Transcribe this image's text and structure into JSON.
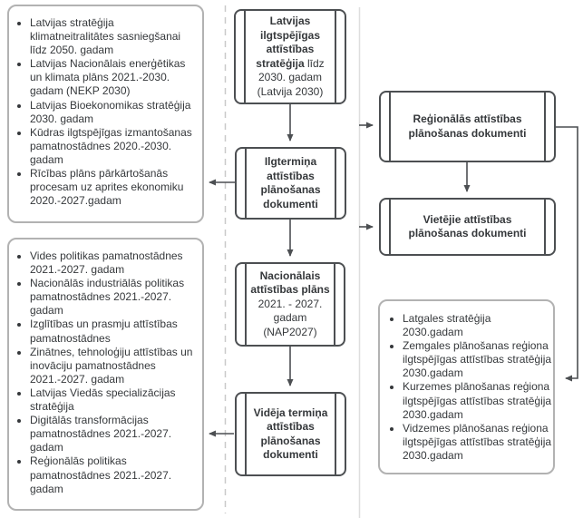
{
  "lists": {
    "left_top": {
      "items": [
        "Latvijas stratēģija klimatneitralitātes sasniegšanai līdz 2050. gadam",
        "Latvijas Nacionālais enerģētikas un klimata plāns 2021.-2030. gadam (NEKP 2030)",
        "Latvijas Bioekonomikas stratēģija 2030. gadam",
        "Kūdras ilgtspējīgas izmantošanas pamatnostādnes 2020.-2030. gadam",
        "Rīcības plāns pārkārtošanās procesam uz aprites ekonomiku 2020.-2027.gadam"
      ]
    },
    "left_bottom": {
      "items": [
        "Vides politikas pamatnostādnes 2021.-2027. gadam",
        "Nacionālās industriālās politikas pamatnostādnes 2021.-2027. gadam",
        "Izglītības un prasmju attīstības pamatnostādnes",
        "Zinātnes, tehnoloģiju attīstības un inovāciju pamatnostādnes 2021.-2027. gadam",
        "Latvijas Viedās specializācijas stratēģija",
        "Digitālās transformācijas pamatnostādnes 2021.-2027. gadam",
        "Reģionālās politikas pamatnostādnes 2021.-2027. gadam"
      ]
    },
    "right_regions": {
      "items": [
        "Latgales stratēģija 2030.gadam",
        "Zemgales plānošanas reģiona ilgtspējīgas attīstības stratēģija 2030.gadam",
        "Kurzemes plānošanas reģiona ilgtspējīgas attīstības stratēģija 2030.gadam",
        "Vidzemes plānošanas reģiona ilgtspējīgas attīstības stratēģija 2030.gadam"
      ]
    }
  },
  "boxes": {
    "latvija2030": {
      "bold": "Latvijas ilgtspējīgas attīstības stratēģija",
      "regular": "līdz 2030. gadam (Latvija 2030)"
    },
    "ilgtermina": {
      "bold": "Ilgtermiņa attīstības plānošanas dokumenti",
      "regular": ""
    },
    "nap2027": {
      "bold": "Nacionālais attīstības plāns",
      "regular": "2021. - 2027. gadam (NAP2027)"
    },
    "videja_termina": {
      "bold": "Vidēja termiņa attīstības plānošanas dokumenti",
      "regular": ""
    },
    "regionalas": {
      "bold": "Reģionālās attīstības plānošanas dokumenti",
      "regular": ""
    },
    "vietejie": {
      "bold": "Vietējie attīstības plānošanas dokumenti",
      "regular": ""
    }
  },
  "colors": {
    "box_border_dark": "#4c4f52",
    "box_border_light": "#b2b2b2",
    "arrow": "#4c4f52",
    "lane_dashed": "#c9c9c9",
    "lane_solid": "#dedede",
    "text": "#35383b",
    "background": "#ffffff"
  }
}
